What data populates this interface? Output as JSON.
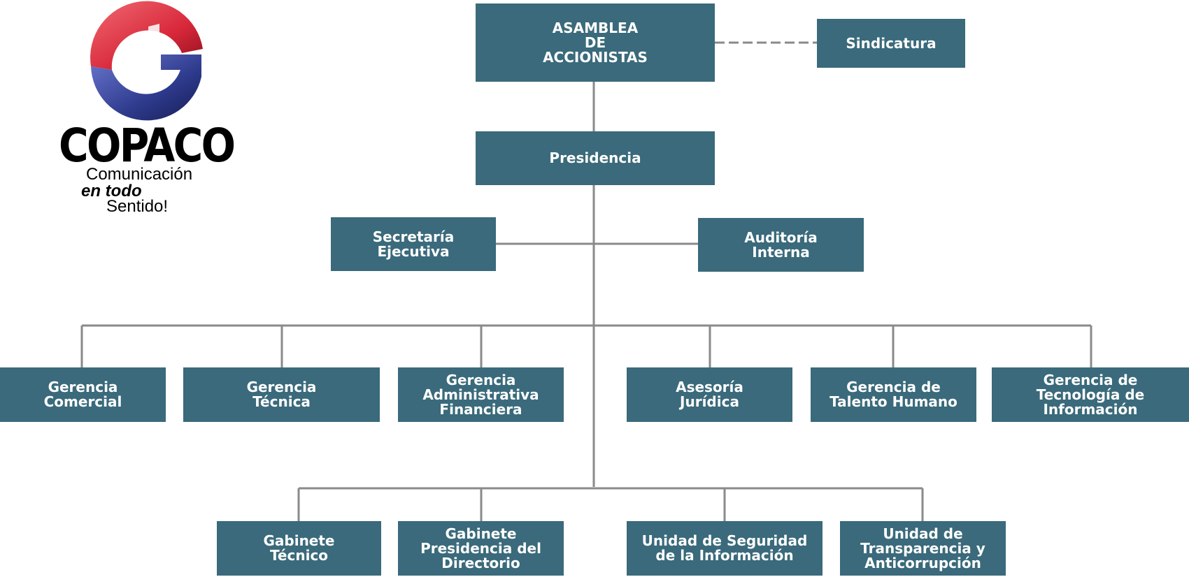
{
  "logo": {
    "brand": "COPACO",
    "tagline_1": "Comunicación",
    "tagline_2": "en todo",
    "tagline_3": "Sentido!"
  },
  "colors": {
    "box": "#3a6a7b",
    "box_text": "#ffffff",
    "line": "#8a8a8a",
    "logo_red": "#d8283a",
    "logo_blue": "#2e3a8c"
  },
  "nodes": {
    "asamblea": [
      "ASAMBLEA",
      "DE",
      "ACCIONISTAS"
    ],
    "sindicatura": [
      "Sindicatura"
    ],
    "presidencia": [
      "Presidencia"
    ],
    "secretaria": [
      "Secretaría",
      "Ejecutiva"
    ],
    "auditoria": [
      "Auditoría",
      "Interna"
    ],
    "gerencia_comercial": [
      "Gerencia",
      "Comercial"
    ],
    "gerencia_tecnica": [
      "Gerencia",
      "Técnica"
    ],
    "gerencia_admin": [
      "Gerencia",
      "Administrativa",
      "Financiera"
    ],
    "asesoria": [
      "Asesoría",
      "Jurídica"
    ],
    "gerencia_talento": [
      "Gerencia de",
      "Talento Humano"
    ],
    "gerencia_tecnologia": [
      "Gerencia de",
      "Tecnología de",
      "Información"
    ],
    "gabinete_tecnico": [
      "Gabinete",
      "Técnico"
    ],
    "gabinete_presidencia": [
      "Gabinete",
      "Presidencia del",
      "Directorio"
    ],
    "unidad_seguridad": [
      "Unidad de Seguridad",
      "de la Información"
    ],
    "unidad_transparencia": [
      "Unidad de",
      "Transparencia y",
      "Anticorrupción"
    ]
  }
}
